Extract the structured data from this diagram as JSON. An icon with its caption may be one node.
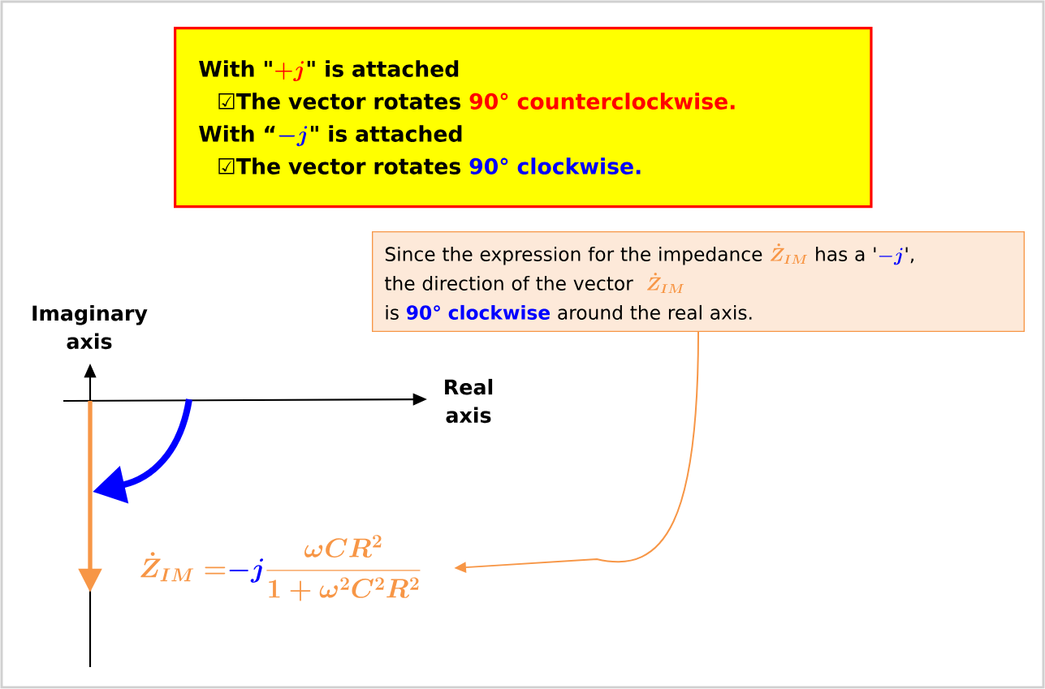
{
  "diagram": {
    "nodes": [
      {
        "text": [
          "With \"",
          "+j",
          "\" is attached",
          "☑The vector rotates",
          "90° counterclockwise.",
          "With “",
          "-j",
          "\" is attached",
          "☑The vector rotates",
          "90° clockwise."
        ]
      },
      {
        "text": [
          "Since the expression for the impedance",
          "\\dot{Z}_{IM}",
          "has a '",
          "-j",
          "',",
          "the direction of the vector",
          "\\dot{Z}_{IM}",
          "is",
          "90° clockwise",
          "around the real axis."
        ]
      },
      {
        "text": [
          "\\dot{Z}_{IM}=",
          "-j",
          "\\frac{\\omega CR^2}{1+\\omega^2C^2R^2}"
        ]
      }
    ],
    "edges": [
      {
        "from": 1,
        "to": 2,
        "arrow": "to",
        "color": "#f79646"
      }
    ],
    "labels": [
      "Imaginary axis",
      "Real axis"
    ]
  }
}
